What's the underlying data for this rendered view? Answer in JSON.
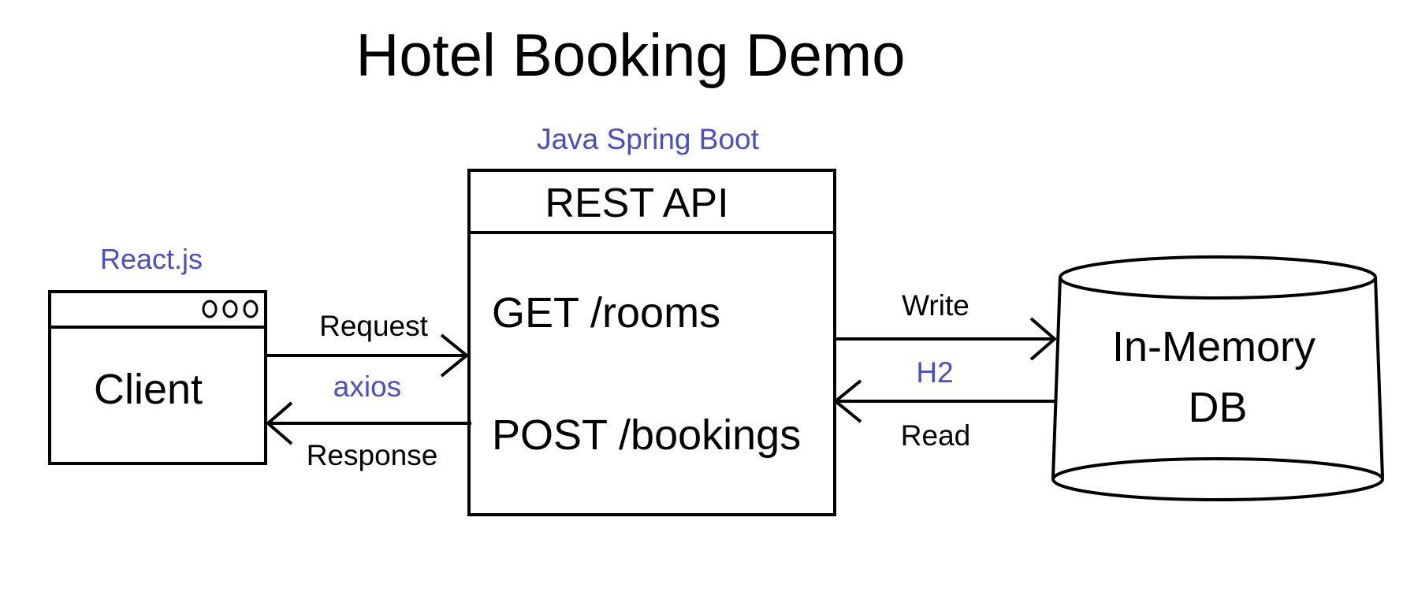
{
  "title": "Hotel Booking Demo",
  "client": {
    "tech": "React.js",
    "label": "Client"
  },
  "api": {
    "tech": "Java Spring Boot",
    "header": "REST API",
    "endpoints": [
      "GET /rooms",
      "POST /bookings"
    ]
  },
  "database": {
    "tech": "H2",
    "label_line1": "In-Memory",
    "label_line2": "DB"
  },
  "connections": {
    "client_api": {
      "request": "Request",
      "library": "axios",
      "response": "Response"
    },
    "api_db": {
      "write": "Write",
      "read": "Read"
    }
  },
  "colors": {
    "tech_label": "#4a4fc4",
    "stroke": "#000000",
    "background": "#ffffff"
  }
}
